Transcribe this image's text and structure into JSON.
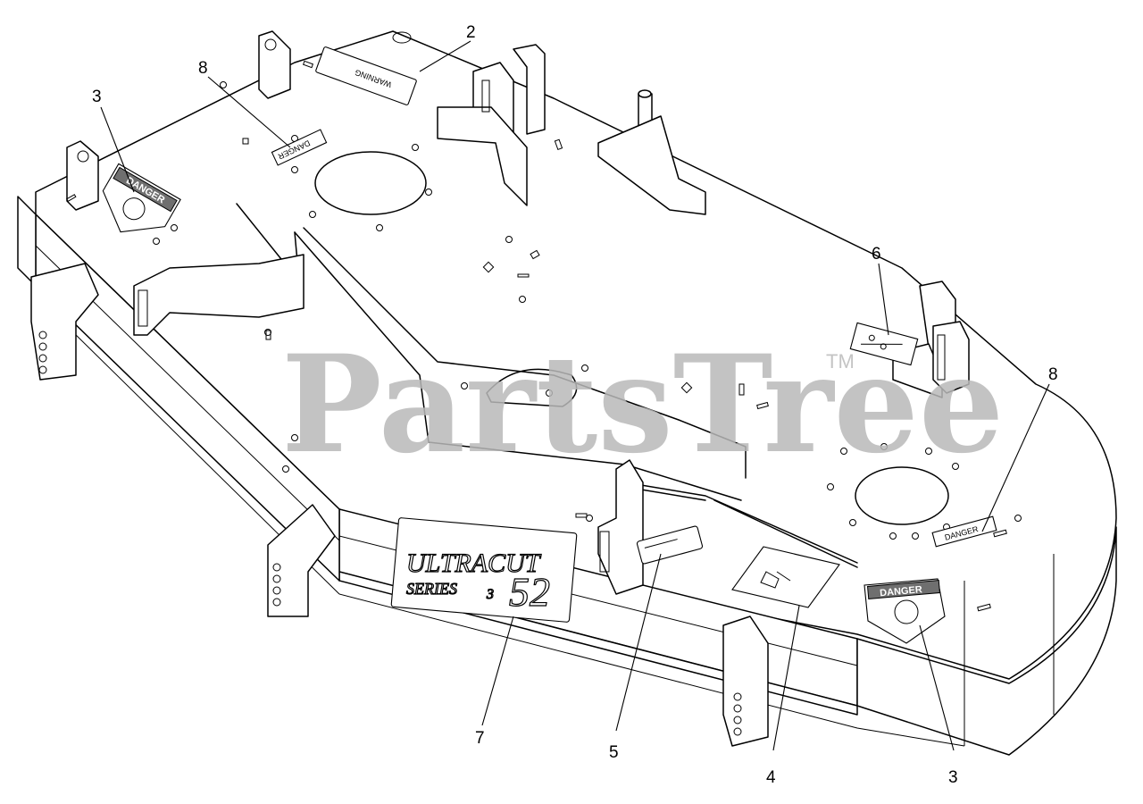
{
  "diagram": {
    "callouts": [
      {
        "id": "c2",
        "label": "2"
      },
      {
        "id": "c8a",
        "label": "8"
      },
      {
        "id": "c3a",
        "label": "3"
      },
      {
        "id": "c6",
        "label": "6"
      },
      {
        "id": "c8b",
        "label": "8"
      },
      {
        "id": "c7",
        "label": "7"
      },
      {
        "id": "c5",
        "label": "5"
      },
      {
        "id": "c4",
        "label": "4"
      },
      {
        "id": "c3b",
        "label": "3"
      }
    ],
    "decals": {
      "warning": "WARNING",
      "danger_small_a": "DANGER",
      "danger_small_b": "DANGER",
      "danger_big_a": "DANGER",
      "danger_big_b": "DANGER"
    },
    "logo": {
      "brand_line1": "ULTRACUT",
      "brand_line2": "SERIES",
      "series_num": "3",
      "model": "52"
    },
    "watermark": {
      "text": "PartsTree",
      "tm": "TM"
    }
  }
}
